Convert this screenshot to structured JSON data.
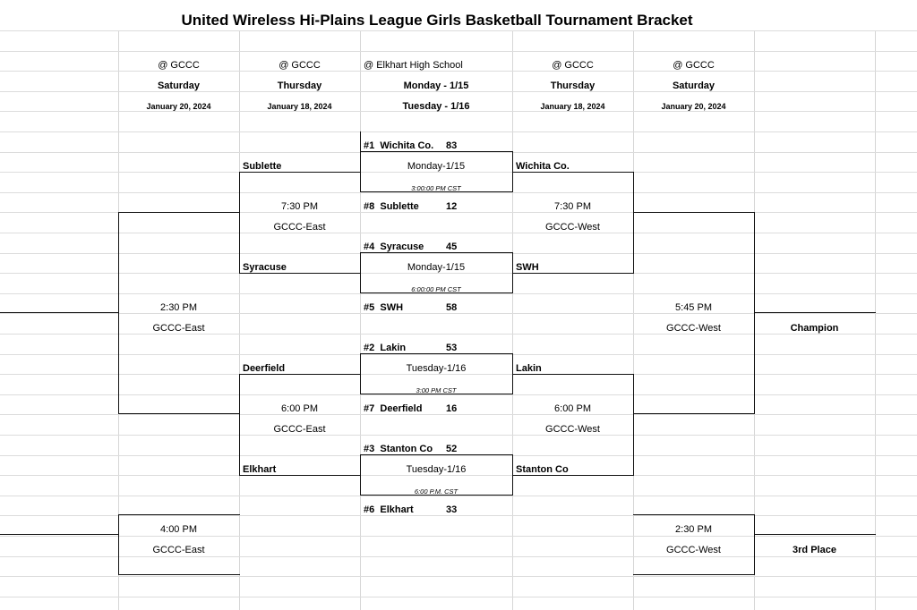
{
  "title": "United Wireless Hi-Plains League Girls  Basketball Tournament Bracket",
  "columns": [
    {
      "venue": "@ GCCC",
      "day": "Saturday",
      "date": "January 20, 2024"
    },
    {
      "venue": "@ GCCC",
      "day": "Thursday",
      "date": "January 18, 2024"
    },
    {
      "venue": "@ Elkhart High School",
      "day": "Monday - 1/15",
      "date": "Tuesday - 1/16"
    },
    {
      "venue": "@ GCCC",
      "day": "Thursday",
      "date": "January 18, 2024"
    },
    {
      "venue": "@ GCCC",
      "day": "Saturday",
      "date": "January 20, 2024"
    }
  ],
  "first_round": [
    {
      "seed": "#1",
      "team": "Wichita Co.",
      "score": "83"
    },
    {
      "seed": "#8",
      "team": "Sublette",
      "score": "12"
    },
    {
      "seed": "#4",
      "team": "Syracuse",
      "score": "45"
    },
    {
      "seed": "#5",
      "team": "SWH",
      "score": "58"
    },
    {
      "seed": "#2",
      "team": "Lakin",
      "score": "53"
    },
    {
      "seed": "#7",
      "team": "Deerfield",
      "score": "16"
    },
    {
      "seed": "#3",
      "team": "Stanton Co",
      "score": "52"
    },
    {
      "seed": "#6",
      "team": "Elkhart",
      "score": "33"
    }
  ],
  "first_round_games": [
    {
      "day": "Monday-1/15",
      "time": "3:00:00 PM CST"
    },
    {
      "day": "Monday-1/15",
      "time": "6:00:00 PM CST"
    },
    {
      "day": "Tuesday-1/16",
      "time": "3:00 PM CST"
    },
    {
      "day": "Tuesday-1/16",
      "time": "6:00 P.M. CST"
    }
  ],
  "left_teams": [
    "Sublette",
    "Syracuse",
    "Deerfield",
    "Elkhart"
  ],
  "right_teams": [
    "Wichita Co.",
    "SWH",
    "Lakin",
    "Stanton Co"
  ],
  "semifinals": {
    "left_top": {
      "time": "7:30 PM",
      "site": "GCCC-East"
    },
    "left_bottom": {
      "time": "6:00 PM",
      "site": "GCCC-East"
    },
    "right_top": {
      "time": "7:30 PM",
      "site": "GCCC-West"
    },
    "right_bottom": {
      "time": "6:00 PM",
      "site": "GCCC-West"
    }
  },
  "finals": {
    "left_final": {
      "time": "2:30 PM",
      "site": "GCCC-East"
    },
    "right_final": {
      "time": "5:45 PM",
      "site": "GCCC-West"
    },
    "left_third": {
      "time": "4:00 PM",
      "site": "GCCC-East"
    },
    "right_third": {
      "time": "2:30 PM",
      "site": "GCCC-West"
    }
  },
  "champion_label": "Champion",
  "third_place_label": "3rd Place"
}
